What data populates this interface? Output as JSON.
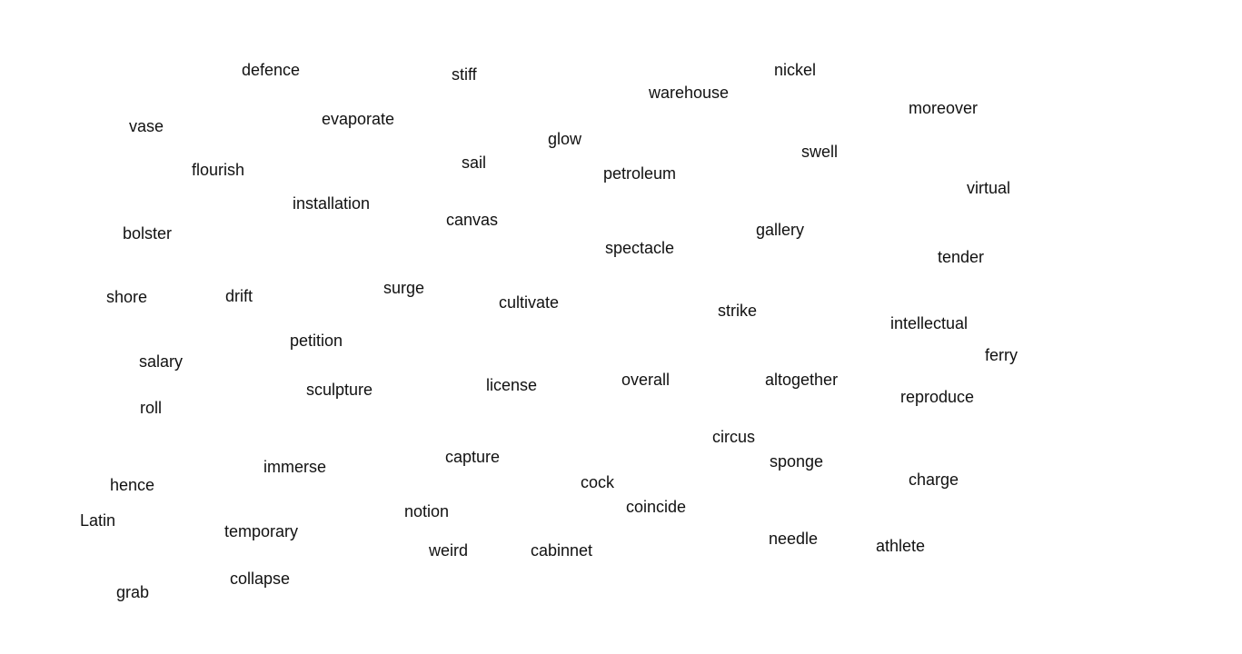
{
  "words": [
    "defence",
    "stiff",
    "nickel",
    "warehouse",
    "moreover",
    "vase",
    "evaporate",
    "glow",
    "swell",
    "sail",
    "flourish",
    "petroleum",
    "virtual",
    "installation",
    "canvas",
    "bolster",
    "gallery",
    "spectacle",
    "tender",
    "surge",
    "shore",
    "drift",
    "cultivate",
    "strike",
    "intellectual",
    "petition",
    "ferry",
    "salary",
    "sculpture",
    "license",
    "overall",
    "altogether",
    "reproduce",
    "roll",
    "circus",
    "capture",
    "sponge",
    "immerse",
    "hence",
    "charge",
    "cock",
    "coincide",
    "notion",
    "Latin",
    "temporary",
    "needle",
    "athlete",
    "weird",
    "cabinnet",
    "collapse",
    "grab"
  ]
}
